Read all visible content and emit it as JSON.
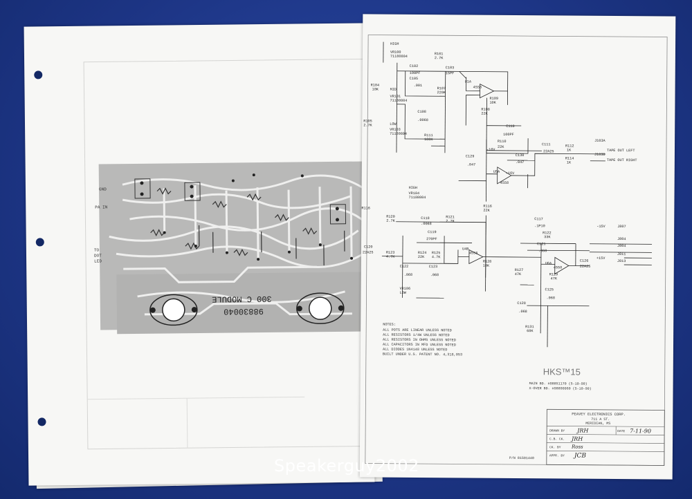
{
  "watermark": "Speakerguy2002",
  "pcb": {
    "module_label": "300 C MODULE",
    "part_number": "98830040",
    "ground_label": "GND",
    "pa_label": "PA IN",
    "to_label": "TO",
    "dot_label": "DOT",
    "led_label": "LED"
  },
  "schematic": {
    "title": "HKS™15",
    "high_label": "HIGH",
    "mid_label": "MID",
    "low_label": "LOW",
    "high2_label": "HIGH",
    "low2_label": "LOW",
    "tape_out_left": "TAPE OUT LEFT",
    "tape_out_right": "TAPE OUT RIGHT",
    "neg_supply": "-15V",
    "pos_supply": "+15V",
    "notes_title": "NOTES:",
    "notes": [
      "ALL POTS ARE LINEAR UNLESS NOTED",
      "ALL RESISTORS 1/4W UNLESS NOTED",
      "ALL RESISTORS IN OHMS UNLESS NOTED",
      "ALL CAPACITORS IN MFD UNLESS NOTED",
      "ALL DIODES 1N4148 UNLESS NOTED",
      "BUILT UNDER U.S. PATENT NO. 4,318,053"
    ],
    "main_bd": "MAIN BD. #98851170 (5-10-90)",
    "xover_bd": "X-OVER BD. #98890960 (5-10-90)",
    "company": "PEAVEY ELECTRONICS CORP.",
    "address1": "711 A ST.",
    "address2": "MERIDIAN, MS",
    "drawn_label": "DRAWN BY",
    "drawn_value": "JRH",
    "date_label": "DATE",
    "date_value": "7-11-90",
    "cb_label": "C.B. CK.",
    "cb_value": "JRH",
    "ck_label": "CK. BY",
    "ck_value": "Ross",
    "appr_label": "APPR. BY",
    "appr_value": "JCB",
    "pn": "P/N 81501440",
    "components": {
      "vr100": "VR100",
      "vr101": "VR101",
      "vr103": "VR103",
      "vr104": "VR104",
      "vr106": "VR106",
      "r101": "R101",
      "r101v": "2.7K",
      "c102": "C102",
      "c102v": "100PF",
      "c103": "C103",
      "c103v": "15PF",
      "c105": "C105",
      "c105v": ".001",
      "r107": "R107",
      "r107v": "220K",
      "r104": "R104",
      "r104v": "10K",
      "c108": "C108",
      "c108v": ".0068",
      "r105": "R105",
      "r105v": "2.7K",
      "r111": "R111",
      "r111v": "100K",
      "r108": "R108",
      "r108v": "22K",
      "r109": "R109",
      "r109v": "10K",
      "c110": "C110",
      "c110v": "100PF",
      "r110": "R110",
      "r110v": "22K",
      "c111": "C111",
      "c111v": "22A25",
      "r112": "R112",
      "r112v": "1K",
      "r114": "R114",
      "r114v": "1K",
      "c129": "C129",
      "c129v": ".047",
      "c130": "C130",
      "c130v": ".047",
      "j103a": "J103A",
      "j103b": "J103B",
      "r120": "R120",
      "r120v": "2.7K",
      "r121": "R121",
      "r121v": "2.7K",
      "c118": "C118",
      "c118v": ".0068",
      "c119": "C119",
      "c119v": "270PF",
      "r123": "R123",
      "r123v": "4.7K",
      "r124": "R124",
      "r124v": "22K",
      "r125": "R125",
      "r125v": "4.7K",
      "c122": "C122",
      "c122v": ".068",
      "c123": "C123",
      "c123v": ".068",
      "r116": "R116",
      "r116v": "22K",
      "r128": "R128",
      "r128v": "10K",
      "c120": "C120",
      "c120v": "22A25",
      "c117": "C117",
      "c117v": ".1P10",
      "r122": "R122",
      "r122v": "33K",
      "c121": "C121",
      "c121v": ".068",
      "r127": "R127",
      "r127v": "47K",
      "r129": "R129",
      "r129v": "47K",
      "c125": "C125",
      "c125v": ".068",
      "c126": "C126",
      "c126v": "22A25",
      "c128": "C128",
      "c128v": ".068",
      "r131": "R131",
      "r131v": "68K",
      "u1a": "U1A",
      "u1b": "U1B",
      "u4b": "U4B",
      "u5a": "U5A",
      "u5b": "U5B",
      "u6a": "U6A",
      "op": "4558",
      "neg16": "-16V",
      "pos16": "+16V",
      "jack1": "J807",
      "jack2": "J804",
      "jack3": "J804",
      "jack4": "J811",
      "jack5": "J813",
      "pot_code": "71180804"
    }
  }
}
